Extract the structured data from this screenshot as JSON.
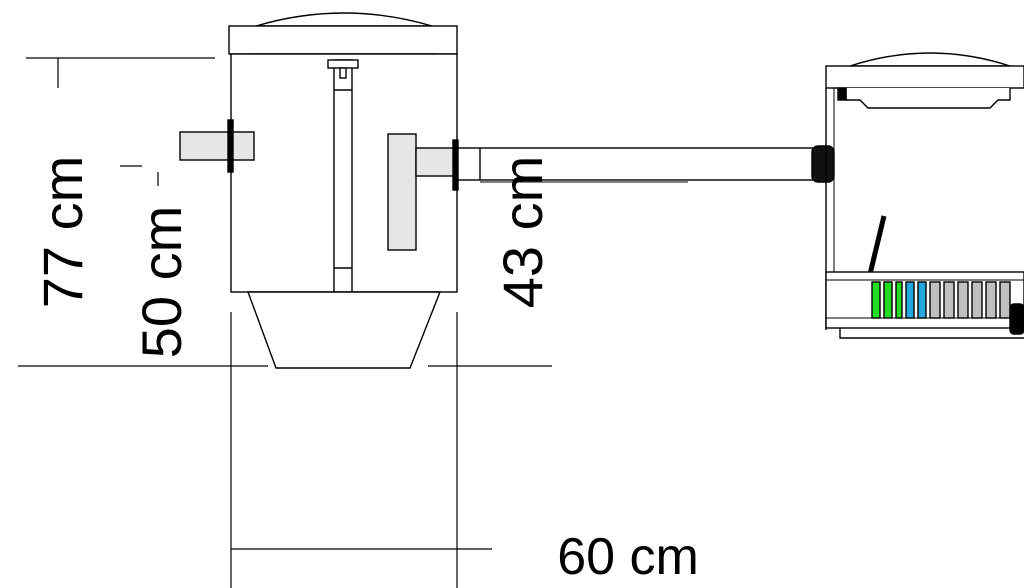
{
  "dimensions": {
    "height_total": "77 cm",
    "height_inlet": "50 cm",
    "height_outlet": "43 cm",
    "width": "60 cm"
  },
  "colors": {
    "line": "#000000",
    "pipe_fill": "#e6e6e6",
    "green_cell": "#22dd22",
    "blue_cell": "#22aadd",
    "grey_cell": "#bfbfbf"
  },
  "icons": {
    "separator": "grease-separator-tank-icon",
    "pipe": "outlet-pipe-icon",
    "receiver": "receiving-tank-icon"
  }
}
